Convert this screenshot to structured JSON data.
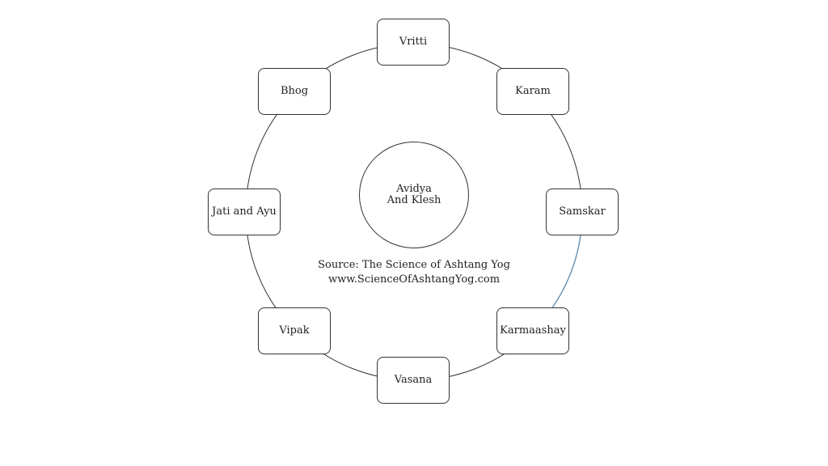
{
  "center": {
    "line1": "Avidya",
    "line2": "And Klesh"
  },
  "nodes": [
    {
      "key": "vritti",
      "label": "Vritti"
    },
    {
      "key": "karam",
      "label": "Karam"
    },
    {
      "key": "samskar",
      "label": "Samskar"
    },
    {
      "key": "karmaashay",
      "label": "Karmaashay"
    },
    {
      "key": "vasana",
      "label": "Vasana"
    },
    {
      "key": "vipak",
      "label": "Vipak"
    },
    {
      "key": "jati-and-ayu",
      "label": "Jati and Ayu"
    },
    {
      "key": "bhog",
      "label": "Bhog"
    }
  ],
  "source": {
    "line1": "Source: The Science of Ashtang Yog",
    "line2": "www.ScienceOfAshtangYog.com"
  },
  "colors": {
    "stroke": "#333333",
    "highlight_arc": "#5b8db8"
  }
}
